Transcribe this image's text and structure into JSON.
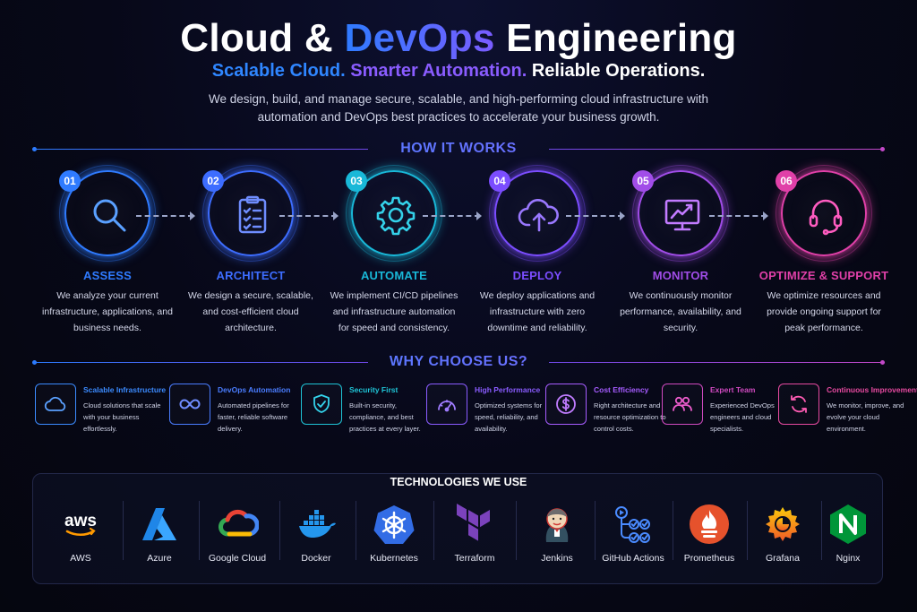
{
  "header": {
    "title_pre": "Cloud & ",
    "title_accent": "DevOps",
    "title_post": " Engineering",
    "subtitle_1": "Scalable Cloud.",
    "subtitle_2": "Smarter Automation.",
    "subtitle_3": "Reliable Operations.",
    "intro": "We design, build, and manage secure, scalable, and high-performing cloud infrastructure with automation and DevOps best practices to accelerate your business growth."
  },
  "how_it_works": {
    "heading": "HOW IT WORKS",
    "steps": [
      {
        "number": "01",
        "title": "ASSESS",
        "desc": "We analyze your current infrastructure, applications, and business needs.",
        "icon": "magnifier-icon",
        "color": "#2f7bff"
      },
      {
        "number": "02",
        "title": "ARCHITECT",
        "desc": "We design a secure, scalable, and cost-efficient cloud architecture.",
        "icon": "checklist-icon",
        "color": "#3d6dff"
      },
      {
        "number": "03",
        "title": "AUTOMATE",
        "desc": "We implement CI/CD pipelines and infrastructure automation for speed and consistency.",
        "icon": "gear-icon",
        "color": "#19b8d8"
      },
      {
        "number": "04",
        "title": "DEPLOY",
        "desc": "We deploy applications and infrastructure with zero downtime and reliability.",
        "icon": "cloud-upload-icon",
        "color": "#7b4dff"
      },
      {
        "number": "05",
        "title": "MONITOR",
        "desc": "We continuously monitor performance, availability, and security.",
        "icon": "monitor-chart-icon",
        "color": "#a14de8"
      },
      {
        "number": "06",
        "title": "OPTIMIZE & SUPPORT",
        "desc": "We optimize resources and provide ongoing support for peak performance.",
        "icon": "headset-icon",
        "color": "#e040a8"
      }
    ]
  },
  "why_choose_us": {
    "heading": "WHY CHOOSE US?",
    "features": [
      {
        "title": "Scalable Infrastructure",
        "desc": "Cloud solutions that scale with your business effortlessly.",
        "icon": "cloud-icon",
        "color": "#3b8bff"
      },
      {
        "title": "DevOps Automation",
        "desc": "Automated pipelines for faster, reliable software delivery.",
        "icon": "infinity-icon",
        "color": "#4a7dff"
      },
      {
        "title": "Security First",
        "desc": "Built-in security, compliance, and best practices at every layer.",
        "icon": "shield-check-icon",
        "color": "#1fc4d6"
      },
      {
        "title": "High Performance",
        "desc": "Optimized systems for speed, reliability, and availability.",
        "icon": "speedometer-icon",
        "color": "#8a5cff"
      },
      {
        "title": "Cost Efficiency",
        "desc": "Right architecture and resource optimization to control costs.",
        "icon": "dollar-icon",
        "color": "#a65cff"
      },
      {
        "title": "Expert Team",
        "desc": "Experienced DevOps engineers and cloud specialists.",
        "icon": "team-icon",
        "color": "#d04ac0"
      },
      {
        "title": "Continuous Improvement",
        "desc": "We monitor, improve, and evolve your cloud environment.",
        "icon": "refresh-icon",
        "color": "#e64aa0"
      }
    ]
  },
  "technologies": {
    "heading": "TECHNOLOGIES WE USE",
    "items": [
      {
        "name": "AWS",
        "icon": "aws-logo"
      },
      {
        "name": "Azure",
        "icon": "azure-logo"
      },
      {
        "name": "Google Cloud",
        "icon": "google-cloud-logo"
      },
      {
        "name": "Docker",
        "icon": "docker-logo"
      },
      {
        "name": "Kubernetes",
        "icon": "kubernetes-logo"
      },
      {
        "name": "Terraform",
        "icon": "terraform-logo"
      },
      {
        "name": "Jenkins",
        "icon": "jenkins-logo"
      },
      {
        "name": "GitHub Actions",
        "icon": "github-actions-logo"
      },
      {
        "name": "Prometheus",
        "icon": "prometheus-logo"
      },
      {
        "name": "Grafana",
        "icon": "grafana-logo"
      },
      {
        "name": "Nginx",
        "icon": "nginx-logo"
      }
    ]
  }
}
